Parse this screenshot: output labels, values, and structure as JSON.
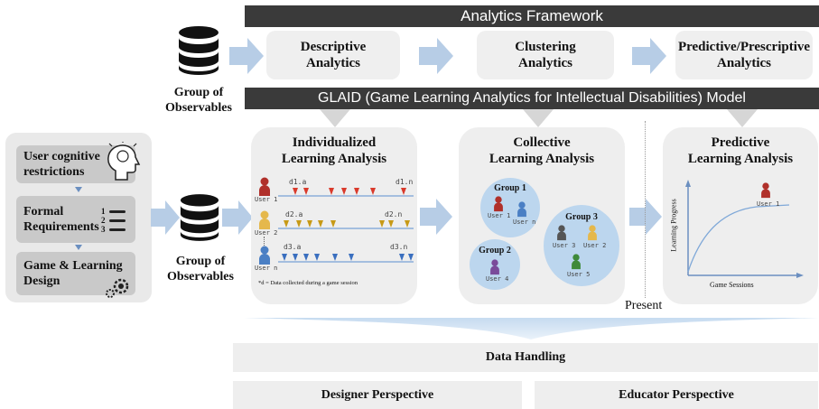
{
  "framework": {
    "title": "Analytics Framework",
    "stages": [
      {
        "label": "Descriptive\nAnalytics"
      },
      {
        "label": "Clustering\nAnalytics"
      },
      {
        "label": "Predictive/Prescriptive\nAnalytics"
      }
    ],
    "model_title": "GLAID (Game Learning Analytics for Intellectual Disabilities) Model"
  },
  "observables": {
    "top_label": "Group of\nObservables",
    "mid_label": "Group of\nObservables"
  },
  "inputs": {
    "items": [
      {
        "label": "User cognitive\nrestrictions"
      },
      {
        "label": "Formal\nRequirements"
      },
      {
        "label": "Game & Learning\nDesign"
      }
    ],
    "list_numbers": [
      "1",
      "2",
      "3"
    ]
  },
  "individualized": {
    "title": "Individualized\nLearning Analysis",
    "rows": [
      {
        "user": "User 1",
        "start": "d1.a",
        "end": "d1.n",
        "color": "#d93a2b"
      },
      {
        "user": "User 2",
        "start": "d2.a",
        "end": "d2.n",
        "color": "#c79a16"
      },
      {
        "user": "User n",
        "start": "d3.a",
        "end": "d3.n",
        "color": "#3a6fbf"
      }
    ],
    "footnote": "*d = Data collected during a game session"
  },
  "collective": {
    "title": "Collective\nLearning Analysis",
    "groups": [
      {
        "name": "Group 1",
        "users": [
          "User 1",
          "User n"
        ]
      },
      {
        "name": "Group 2",
        "users": [
          "User 4"
        ]
      },
      {
        "name": "Group 3",
        "users": [
          "User 3",
          "User 2",
          "User 5"
        ]
      }
    ]
  },
  "predictive": {
    "title": "Predictive\nLearning Analysis",
    "ylabel": "Learning Progress",
    "xlabel": "Game Sessions",
    "user": "User 1"
  },
  "present_label": "Present",
  "bottom": {
    "data_handling": "Data Handling",
    "designer": "Designer Perspective",
    "educator": "Educator Perspective"
  },
  "colors": {
    "dark_bar": "#3a3a3a",
    "arrow": "#b7cde6",
    "panel": "#eeeeee",
    "cluster": "#bcd6ee",
    "user_red": "#b0302a",
    "user_yellow": "#e5b84c",
    "user_blue": "#4a7fc4",
    "user_purple": "#7a4a9a",
    "user_gray": "#555555",
    "user_green": "#3f8a3a"
  }
}
